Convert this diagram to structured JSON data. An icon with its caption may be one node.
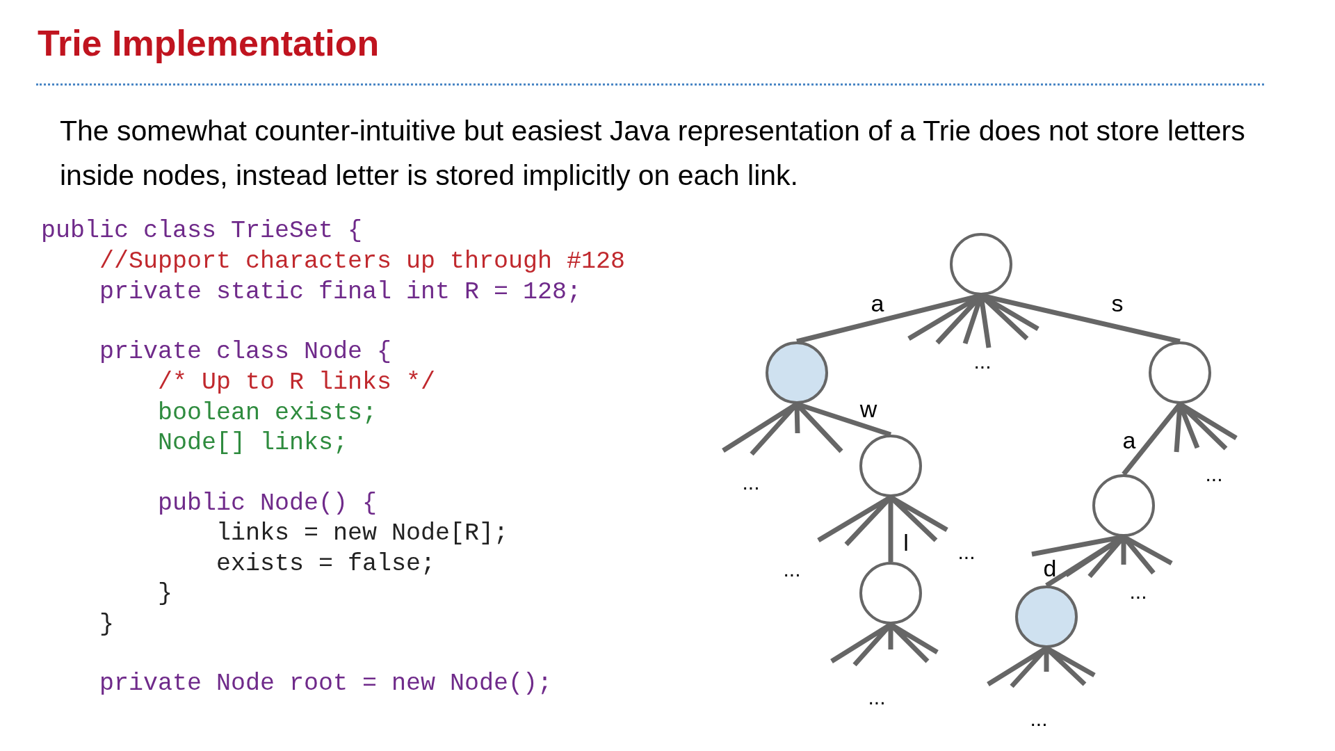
{
  "diagram": {
    "title": "Trie Implementation",
    "nodes": [
      {
        "text": [],
        "shape": "circle"
      },
      {
        "text": [],
        "shape": "circle"
      },
      {
        "text": [],
        "shape": "circle"
      },
      {
        "text": [],
        "shape": "circle"
      },
      {
        "text": [],
        "shape": "circle"
      },
      {
        "text": [],
        "shape": "circle"
      },
      {
        "text": [],
        "shape": "circle"
      }
    ],
    "edges": [
      {
        "from": 0,
        "to": 1,
        "arrow": "none",
        "label": "a"
      },
      {
        "from": 0,
        "to": 2,
        "arrow": "none",
        "label": "s"
      },
      {
        "from": 1,
        "to": 3,
        "arrow": "none",
        "label": "w"
      },
      {
        "from": 3,
        "to": 4,
        "arrow": "none",
        "label": "l"
      },
      {
        "from": 2,
        "to": 5,
        "arrow": "none",
        "label": "a"
      },
      {
        "from": 5,
        "to": 6,
        "arrow": "none",
        "label": "d"
      }
    ],
    "labels": [
      "The somewhat counter-intuitive but easiest Java representation of a Trie does not store letters inside nodes, instead letter is stored implicitly on each link.",
      "public class TrieSet {",
      "//Support characters up through #128",
      "private static final int R = 128;",
      "private class Node {",
      "/* Up to R links */",
      "boolean exists;",
      "Node[] links;",
      "public Node() {",
      "links = new Node[R];",
      "exists = false;",
      "}",
      "}",
      "private Node root = new Node();",
      "...",
      "...",
      "...",
      "...",
      "...",
      "...",
      "...",
      "..."
    ]
  }
}
